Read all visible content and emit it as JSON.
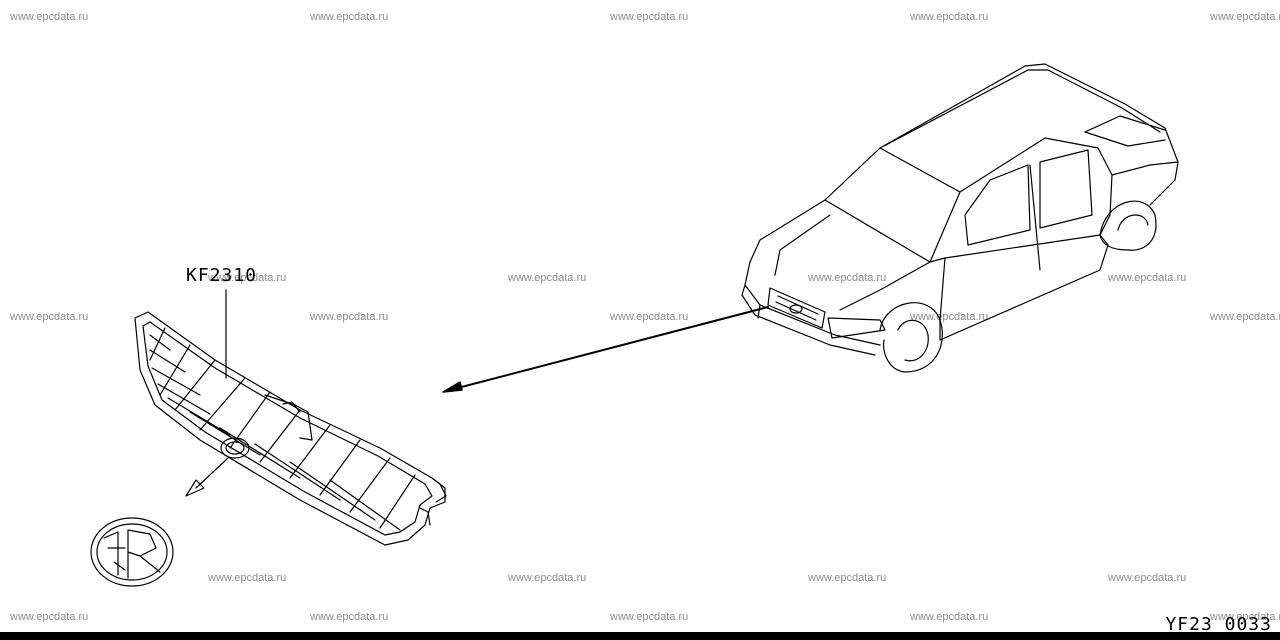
{
  "watermark": "www.epcdata.ru",
  "part_code": "KF2310",
  "figure_code": "YF23  0033",
  "icons": {
    "vehicle": "car-outline-icon",
    "grille": "front-grille-icon",
    "emblem": "emblem-badge-icon",
    "arrow": "arrow-icon"
  }
}
